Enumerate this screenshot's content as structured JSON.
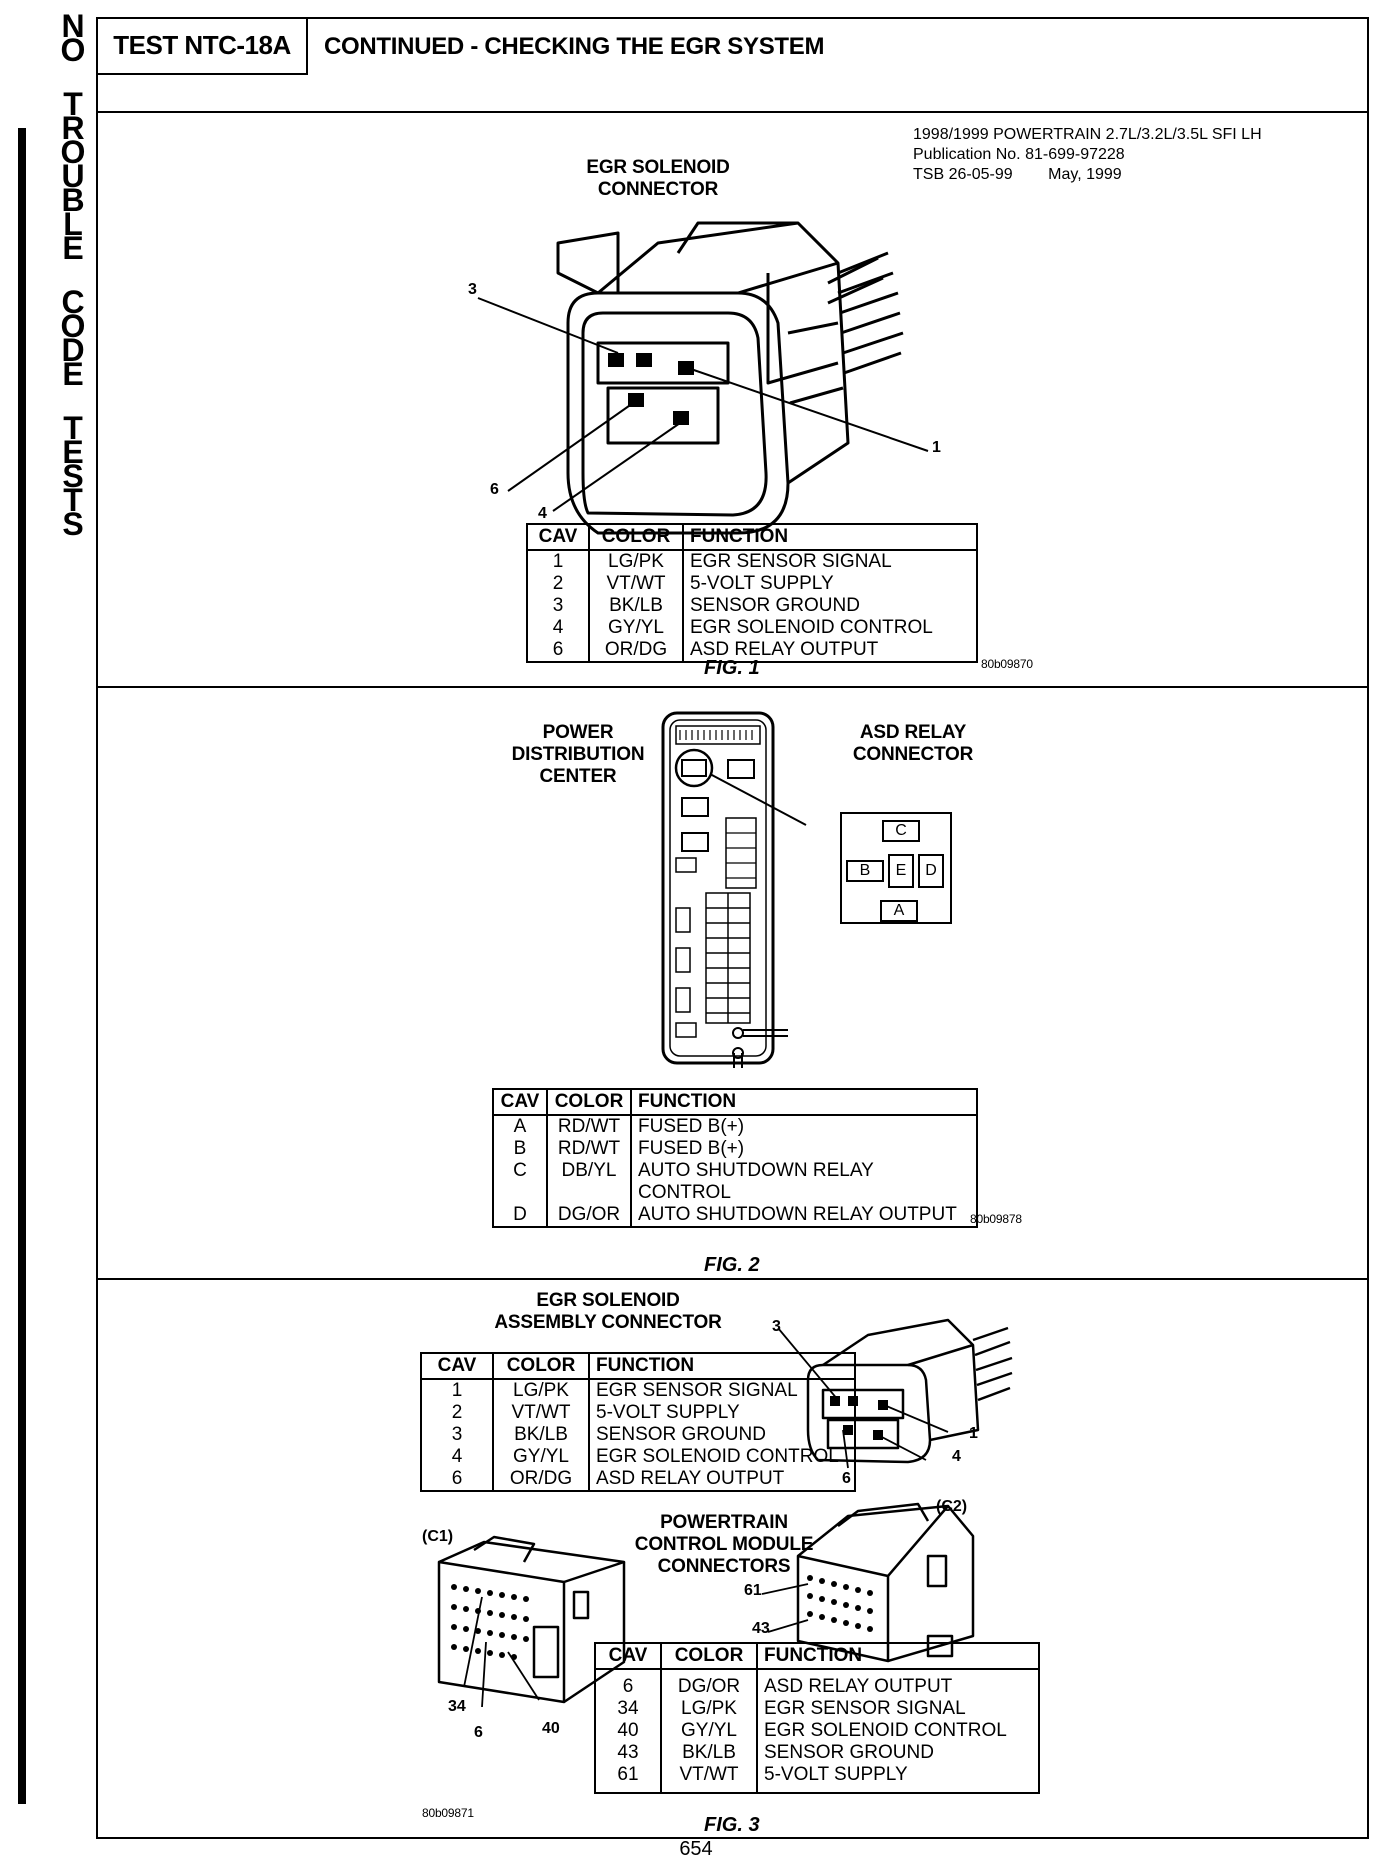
{
  "side_banner": {
    "letters_top": [
      "N",
      "O"
    ],
    "letters_word2": [
      "T",
      "R",
      "O",
      "U",
      "B",
      "L",
      "E"
    ],
    "letters_word3": [
      "C",
      "O",
      "D",
      "E"
    ],
    "letters_word4": [
      "T",
      "E",
      "S",
      "T",
      "S"
    ]
  },
  "header": {
    "test_id": "TEST NTC-18A",
    "title": "CONTINUED - CHECKING THE EGR SYSTEM"
  },
  "publication": {
    "line1": "1998/1999 POWERTRAIN 2.7L/3.2L/3.5L SFI LH",
    "line2": "Publication No. 81-699-97228",
    "line3": "TSB 26-05-99        May, 1999"
  },
  "fig1": {
    "caption_line1": "EGR SOLENOID",
    "caption_line2": "CONNECTOR",
    "callouts": {
      "c3": "3",
      "c1": "1",
      "c6": "6",
      "c4": "4"
    },
    "table": {
      "headers": [
        "CAV",
        "COLOR",
        "FUNCTION"
      ],
      "rows": [
        [
          "1",
          "LG/PK",
          "EGR SENSOR SIGNAL"
        ],
        [
          "2",
          "VT/WT",
          "5-VOLT SUPPLY"
        ],
        [
          "3",
          "BK/LB",
          "SENSOR GROUND"
        ],
        [
          "4",
          "GY/YL",
          "EGR SOLENOID CONTROL"
        ],
        [
          "6",
          "OR/DG",
          "ASD RELAY OUTPUT"
        ]
      ]
    },
    "label": "FIG. 1",
    "code": "80b09870"
  },
  "fig2": {
    "pdc_line1": "POWER",
    "pdc_line2": "DISTRIBUTION",
    "pdc_line3": "CENTER",
    "relay_line1": "ASD RELAY",
    "relay_line2": "CONNECTOR",
    "relay_pins": {
      "c": "C",
      "b": "B",
      "e": "E",
      "d": "D",
      "a": "A"
    },
    "table": {
      "headers": [
        "CAV",
        "COLOR",
        "FUNCTION"
      ],
      "rows": [
        [
          "A",
          "RD/WT",
          "FUSED B(+)"
        ],
        [
          "B",
          "RD/WT",
          "FUSED B(+)"
        ],
        [
          "C",
          "DB/YL",
          "AUTO SHUTDOWN RELAY CONTROL"
        ],
        [
          "D",
          "DG/OR",
          "AUTO SHUTDOWN RELAY OUTPUT"
        ]
      ]
    },
    "code": "80b09878",
    "label": "FIG. 2"
  },
  "fig3": {
    "caption_line1": "EGR SOLENOID",
    "caption_line2": "ASSEMBLY CONNECTOR",
    "callouts": {
      "c3": "3",
      "c1": "1",
      "c4": "4",
      "c6": "6"
    },
    "table1": {
      "headers": [
        "CAV",
        "COLOR",
        "FUNCTION"
      ],
      "rows": [
        [
          "1",
          "LG/PK",
          "EGR SENSOR SIGNAL"
        ],
        [
          "2",
          "VT/WT",
          "5-VOLT SUPPLY"
        ],
        [
          "3",
          "BK/LB",
          "SENSOR GROUND"
        ],
        [
          "4",
          "GY/YL",
          "EGR SOLENOID CONTROL"
        ],
        [
          "6",
          "OR/DG",
          "ASD RELAY OUTPUT"
        ]
      ]
    },
    "pcm_line1": "POWERTRAIN",
    "pcm_line2": "CONTROL MODULE",
    "pcm_line3": "CONNECTORS",
    "c1_label": "(C1)",
    "c2_label": "(C2)",
    "c1_callouts": {
      "p34": "34",
      "p6": "6",
      "p40": "40"
    },
    "c2_callouts": {
      "p61": "61",
      "p43": "43"
    },
    "table2": {
      "headers": [
        "CAV",
        "COLOR",
        "FUNCTION"
      ],
      "rows": [
        [
          "6",
          "DG/OR",
          "ASD RELAY OUTPUT"
        ],
        [
          "34",
          "LG/PK",
          "EGR SENSOR SIGNAL"
        ],
        [
          "40",
          "GY/YL",
          "EGR SOLENOID CONTROL"
        ],
        [
          "43",
          "BK/LB",
          "SENSOR GROUND"
        ],
        [
          "61",
          "VT/WT",
          "5-VOLT SUPPLY"
        ]
      ]
    },
    "code": "80b09871",
    "label": "FIG. 3"
  },
  "page_number": "654"
}
